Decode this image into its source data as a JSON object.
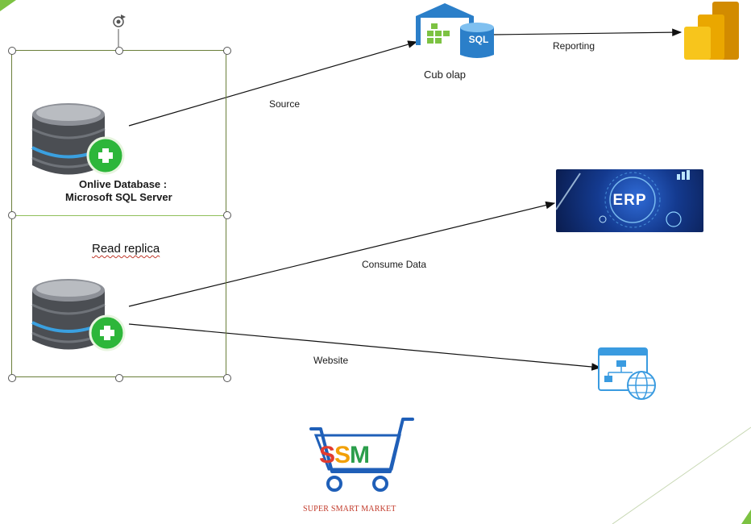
{
  "primary_db": {
    "label_line1": "Onlive Database :",
    "label_line2": "Microsoft SQL Server"
  },
  "replica_db": {
    "label": "Read replica"
  },
  "olap": {
    "label": "Cub olap",
    "badge": "SQL"
  },
  "arrows": {
    "source": "Source",
    "reporting": "Reporting",
    "consume": "Consume Data",
    "website": "Website"
  },
  "erp": {
    "label": "ERP"
  },
  "logo": {
    "letters": [
      "S",
      "S",
      "M"
    ],
    "caption": "SUPER SMART MARKET"
  },
  "colors": {
    "frame": "#6a7f3a",
    "db_body": "#4b4e53",
    "db_ring": "#3aa0e0",
    "plus": "#2db63a",
    "olap_blue": "#2b7fc9",
    "powerbi_dark": "#d28b00",
    "powerbi_light": "#f7c51c",
    "logo_s1": "#e23b2f",
    "logo_s2": "#f2a007",
    "logo_m": "#2b9e4b"
  },
  "icons": [
    "rotate-handle-icon",
    "database-icon",
    "plus-icon",
    "olap-warehouse-icon",
    "power-bi-icon",
    "erp-icon",
    "website-icon",
    "globe-icon",
    "shopping-cart-icon"
  ]
}
